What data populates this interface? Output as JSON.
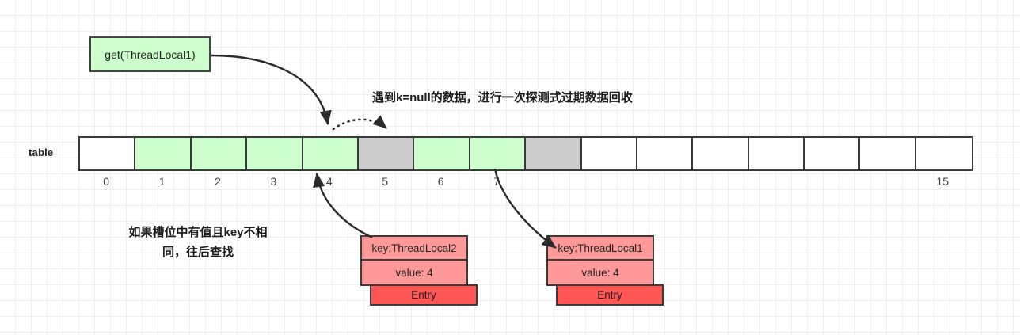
{
  "diagram": {
    "title_label": "table",
    "call_box": {
      "label": "get(ThreadLocal1)"
    },
    "notes": {
      "top": "遇到k=null的数据，进行一次探测式过期数据回收",
      "left_line1": "如果槽位中有值且key不相",
      "left_line2": "同，往后查找"
    },
    "array": {
      "size": 16,
      "index_labels": [
        "0",
        "1",
        "2",
        "3",
        "4",
        "5",
        "6",
        "7",
        "",
        "",
        "",
        "",
        "",
        "",
        "",
        "15"
      ],
      "cells": [
        {
          "index": 0,
          "state": "empty",
          "color": "#ffffff"
        },
        {
          "index": 1,
          "state": "filled",
          "color": "#ccffcc"
        },
        {
          "index": 2,
          "state": "filled",
          "color": "#ccffcc"
        },
        {
          "index": 3,
          "state": "filled",
          "color": "#ccffcc"
        },
        {
          "index": 4,
          "state": "filled",
          "color": "#ccffcc"
        },
        {
          "index": 5,
          "state": "stale",
          "color": "#cccccc"
        },
        {
          "index": 6,
          "state": "filled",
          "color": "#ccffcc"
        },
        {
          "index": 7,
          "state": "filled",
          "color": "#ccffcc"
        },
        {
          "index": 8,
          "state": "stale",
          "color": "#cccccc"
        },
        {
          "index": 9,
          "state": "empty",
          "color": "#ffffff"
        },
        {
          "index": 10,
          "state": "empty",
          "color": "#ffffff"
        },
        {
          "index": 11,
          "state": "empty",
          "color": "#ffffff"
        },
        {
          "index": 12,
          "state": "empty",
          "color": "#ffffff"
        },
        {
          "index": 13,
          "state": "empty",
          "color": "#ffffff"
        },
        {
          "index": 14,
          "state": "empty",
          "color": "#ffffff"
        },
        {
          "index": 15,
          "state": "empty",
          "color": "#ffffff"
        }
      ]
    },
    "entries": [
      {
        "id": "entry-slot-4",
        "key": "key:ThreadLocal2",
        "value": "value: 4",
        "type_label": "Entry"
      },
      {
        "id": "entry-slot-7",
        "key": "key:ThreadLocal1",
        "value": "value: 4",
        "type_label": "Entry"
      }
    ],
    "colors": {
      "filled": "#ccffcc",
      "stale": "#cccccc",
      "empty": "#ffffff",
      "entry_kv": "#ff9999",
      "entry_type": "#ff5555",
      "stroke": "#3a3a3a",
      "grid": "#eeeeee"
    }
  }
}
